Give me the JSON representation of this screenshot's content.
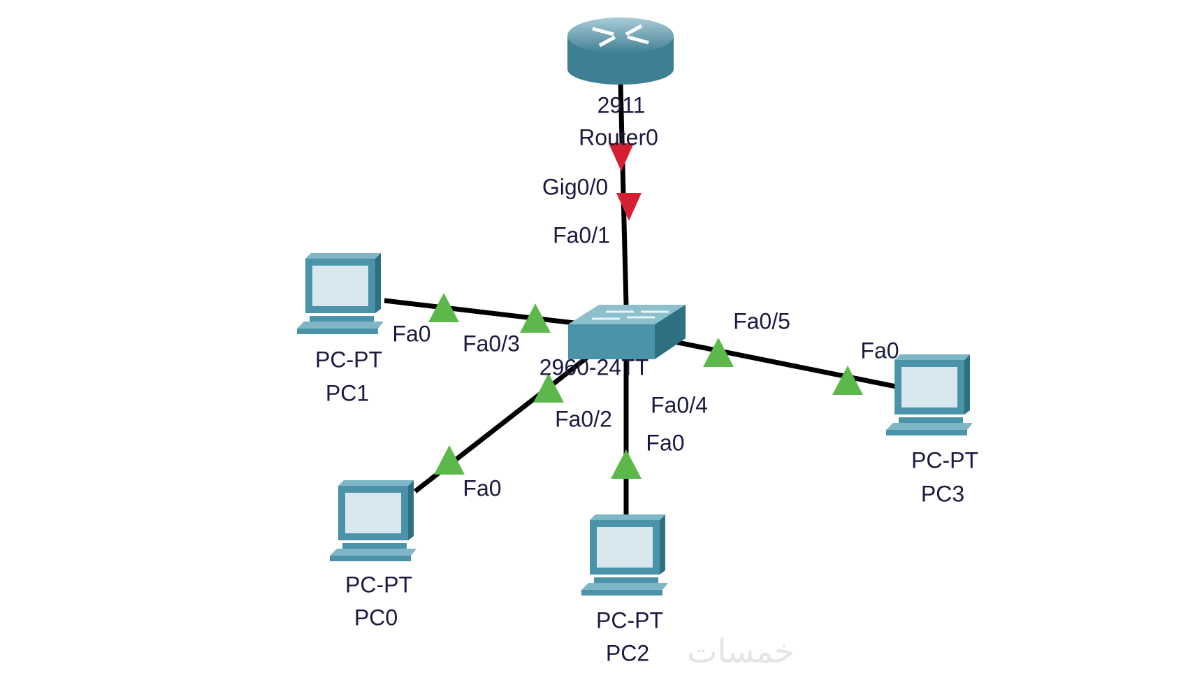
{
  "colors": {
    "link": "#000000",
    "up": "#5cb84a",
    "down": "#d42030",
    "device": "#4b93a8"
  },
  "router": {
    "model": "2911",
    "name": "Router0",
    "port": "Gig0/0",
    "icon": "router-icon"
  },
  "switch": {
    "model": "2960-24TT",
    "name": "",
    "icon": "switch-icon",
    "port_to_router": "Fa0/1"
  },
  "pcs": [
    {
      "name": "PC1",
      "model": "PC-PT",
      "pc_port": "Fa0",
      "switch_port": "Fa0/3"
    },
    {
      "name": "PC0",
      "model": "PC-PT",
      "pc_port": "Fa0",
      "switch_port": "Fa0/2"
    },
    {
      "name": "PC2",
      "model": "PC-PT",
      "pc_port": "Fa0",
      "switch_port": "Fa0/4"
    },
    {
      "name": "PC3",
      "model": "PC-PT",
      "pc_port": "Fa0",
      "switch_port": "Fa0/5"
    }
  ],
  "watermark": "خمسات"
}
